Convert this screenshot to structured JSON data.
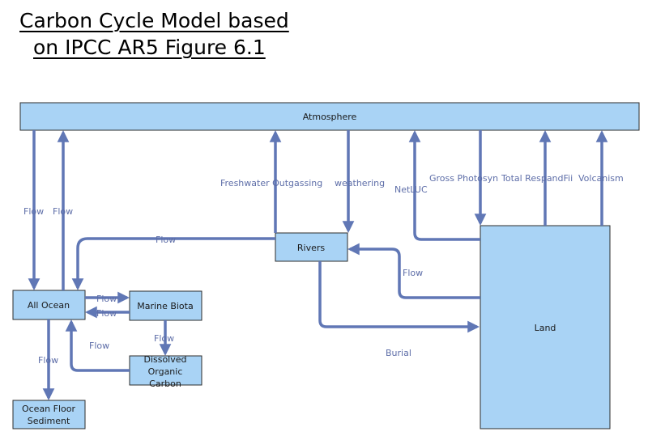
{
  "title": {
    "line1": "Carbon Cycle Model based",
    "line2": "on IPCC AR5 Figure 6.1"
  },
  "colors": {
    "box_fill": "#a9d3f5",
    "box_border": "#2c2c2c",
    "arrow": "#6077b5",
    "label_text": "#5e6ea8",
    "box_text": "#1a1a1a"
  },
  "boxes": {
    "atmosphere": "Atmosphere",
    "rivers": "Rivers",
    "land": "Land",
    "all_ocean": "All Ocean",
    "marine_biota": "Marine Biota",
    "dissolved_organic_carbon": [
      "Dissolved",
      "Organic",
      "Carbon"
    ],
    "ocean_floor_sediment": [
      "Ocean Floor",
      "Sediment"
    ]
  },
  "flows": {
    "atm_to_ocean": "Flow",
    "ocean_to_atm": "Flow",
    "rivers_to_ocean": "Flow",
    "ocean_to_biota": "Flow",
    "biota_to_ocean": "Flow",
    "biota_to_doc": "Flow",
    "doc_to_ocean": "Flow",
    "ocean_to_sediment": "Flow",
    "land_to_rivers": "Flow",
    "freshwater_outgassing": "Freshwater Outgassing",
    "weathering": "weathering",
    "net_luc": "NetLUC",
    "gross_photosyn": "Gross Photosyn",
    "total_resp_and_fire": "Total RespandFii",
    "volcanism": "Volcanism",
    "burial": "Burial"
  }
}
